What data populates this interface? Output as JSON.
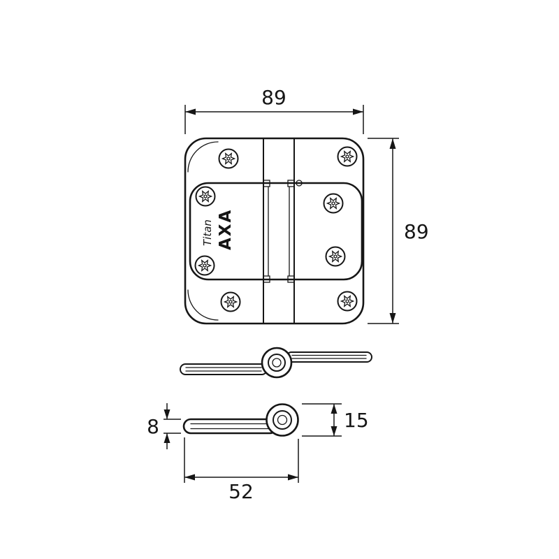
{
  "labels": {
    "brand": "AXA",
    "series": "Titan"
  },
  "dimensions": {
    "overall_width": "89",
    "overall_height": "89",
    "knuckle_height": "15",
    "leaf_thickness": "8",
    "leaf_length": "52"
  },
  "style": {
    "line_color": "#161616",
    "background": "#ffffff"
  }
}
